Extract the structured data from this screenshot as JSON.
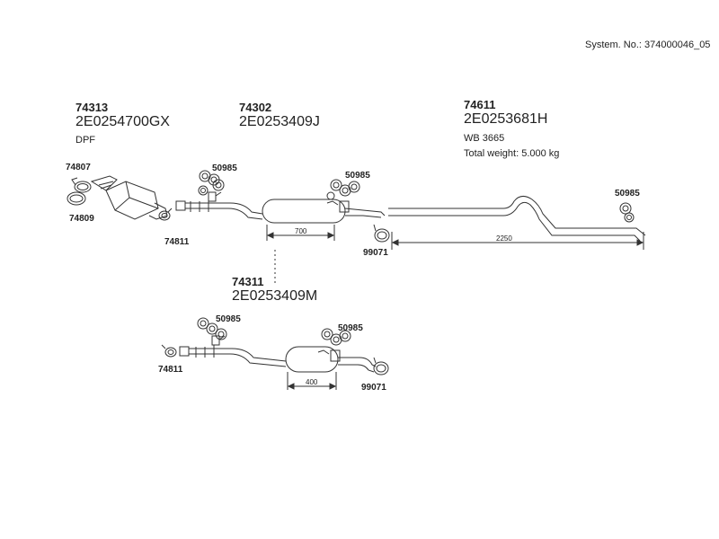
{
  "system_no": "System. No.: 374000046_05",
  "groups": {
    "g74313": {
      "number": "74313",
      "code": "2E0254700GX",
      "note": "DPF"
    },
    "g74302": {
      "number": "74302",
      "code": "2E0253409J"
    },
    "g74611": {
      "number": "74611",
      "code": "2E0253681H",
      "wb": "WB 3665",
      "weight": "Total weight: 5.000 kg"
    },
    "g74311": {
      "number": "74311",
      "code": "2E0253409M"
    }
  },
  "parts": {
    "p74807": "74807",
    "p74809": "74809",
    "p74811_top": "74811",
    "p50985_a": "50985",
    "p50985_b": "50985",
    "p50985_c": "50985",
    "p99071_top": "99071",
    "p50985_d": "50985",
    "p50985_e": "50985",
    "p74811_bottom": "74811",
    "p99071_bottom": "99071"
  },
  "dimensions": {
    "d700": "700",
    "d2250": "2250",
    "d400": "400"
  }
}
